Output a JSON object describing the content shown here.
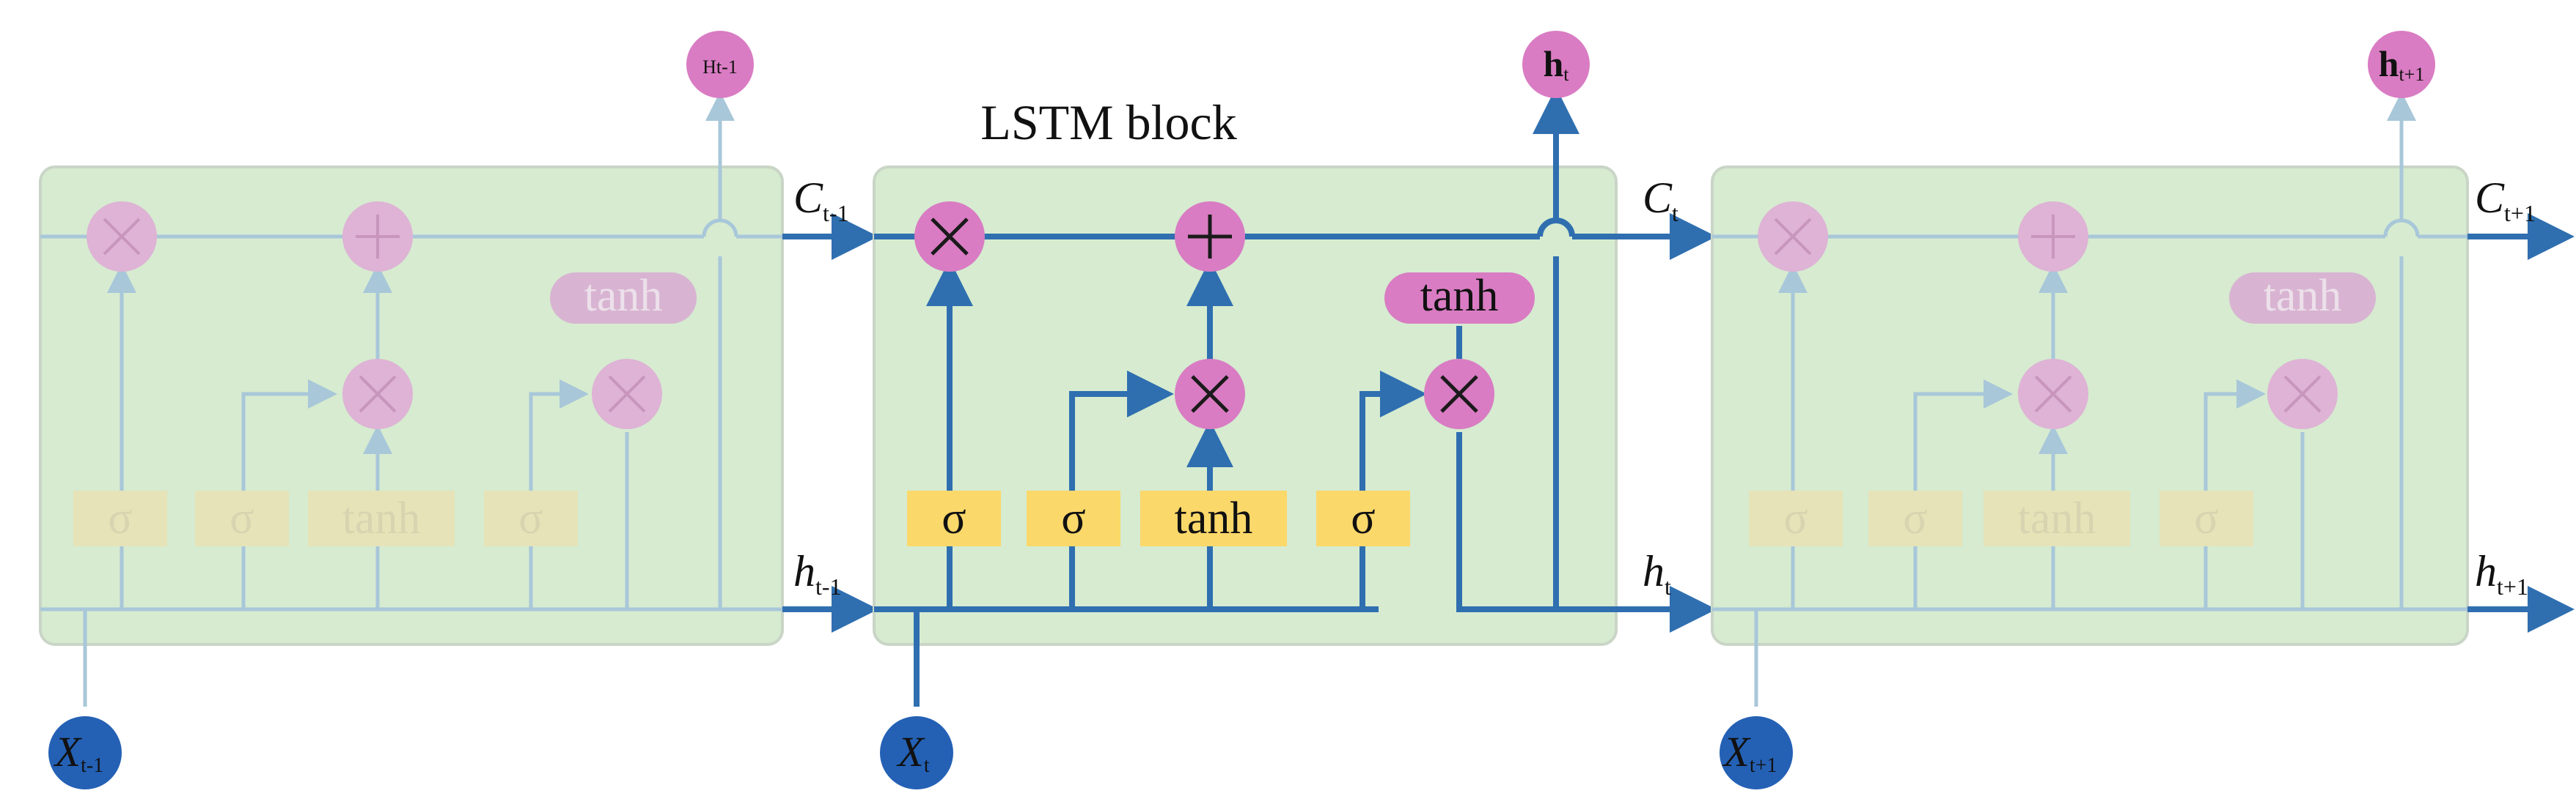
{
  "diagram": {
    "title": "LSTM block",
    "operators": {
      "multiply": "×",
      "add": "+"
    },
    "gate_labels": [
      "σ",
      "σ",
      "tanh",
      "σ"
    ],
    "cell_tanh_label": "tanh",
    "cells": [
      {
        "input": {
          "base": "X",
          "sub": "t-1"
        },
        "output": {
          "base": "",
          "sub": "Ht-1"
        },
        "cell_state_out": {
          "base": "C",
          "sub": "t-1"
        },
        "hidden_out": {
          "base": "h",
          "sub": "t-1"
        }
      },
      {
        "input": {
          "base": "X",
          "sub": "t"
        },
        "output": {
          "base": "h",
          "sub": "t"
        },
        "cell_state_out": {
          "base": "C",
          "sub": "t"
        },
        "hidden_out": {
          "base": "h",
          "sub": "t"
        }
      },
      {
        "input": {
          "base": "X",
          "sub": "t+1"
        },
        "output": {
          "base": "h",
          "sub": "t+1"
        },
        "cell_state_out": {
          "base": "C",
          "sub": "t+1"
        },
        "hidden_out": {
          "base": "h",
          "sub": "t+1"
        }
      }
    ],
    "colors": {
      "flow": "#2f6fb0",
      "block": "#d6ebd0",
      "operator": "#d97cc3",
      "gate": "#fbd86a",
      "input_node": "#2461b5"
    }
  }
}
